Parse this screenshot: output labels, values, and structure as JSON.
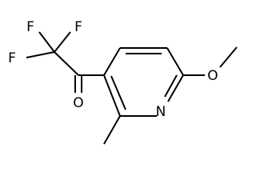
{
  "molecule": {
    "atoms": {
      "F_top_left": "F",
      "F_top_right": "F",
      "F_left": "F",
      "O_carbonyl": "O",
      "N_ring": "N",
      "O_methoxy": "O"
    }
  }
}
